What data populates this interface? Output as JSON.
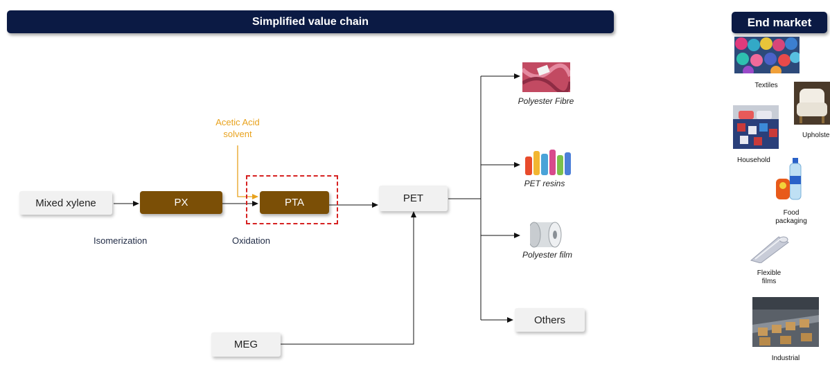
{
  "header": {
    "title": "Simplified value chain",
    "end_market": "End market"
  },
  "nodes": {
    "mixed_xylene": "Mixed xylene",
    "px": "PX",
    "pta": "PTA",
    "pet": "PET",
    "meg": "MEG",
    "others": "Others"
  },
  "labels": {
    "isomerization": "Isomerization",
    "oxidation": "Oxidation",
    "acetic_line1": "Acetic Acid",
    "acetic_line2": "solvent"
  },
  "products": {
    "fibre": "Polyester Fibre",
    "resins": "PET resins",
    "film": "Polyester film"
  },
  "end_markets": {
    "textiles": "Textiles",
    "upholstery": "Upholstery",
    "household": "Household",
    "food_line1": "Food",
    "food_line2": "packaging",
    "flexible_line1": "Flexible",
    "flexible_line2": "films",
    "industrial": "Industrial"
  },
  "colors": {
    "banner": "#0b1a44",
    "process_box": "#7b4f06",
    "acetic_text": "#e8a21d",
    "highlight_border": "#d62020"
  }
}
